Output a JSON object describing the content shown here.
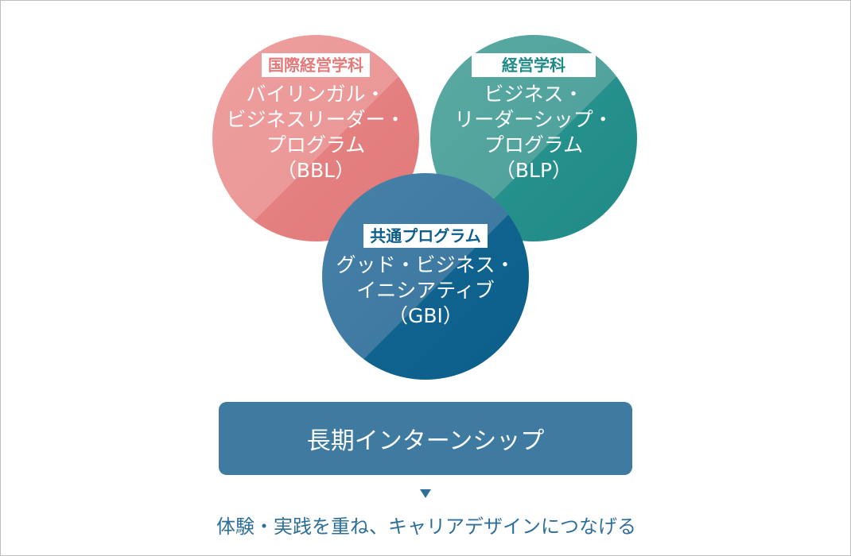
{
  "programs": {
    "bbl": {
      "tag": "国際経営学科",
      "lines": [
        "バイリンガル・",
        "ビジネスリーダー・",
        "プログラム",
        "（BBL）"
      ],
      "color": "#e27a7a"
    },
    "blp": {
      "tag": "経営学科",
      "lines": [
        "ビジネス・",
        "リーダーシップ・",
        "プログラム",
        "（BLP）"
      ],
      "color": "#1f8a86"
    },
    "gbi": {
      "tag": "共通プログラム",
      "lines": [
        "グッド・ビジネス・",
        "イニシアティブ",
        "（GBI）"
      ],
      "color": "#0c5e8b"
    }
  },
  "internship": {
    "label": "長期インターンシップ",
    "color": "#3f7ba0"
  },
  "tagline": "体験・実践を重ね、キャリアデザインにつなげる",
  "accent_color": "#2e6f9a"
}
